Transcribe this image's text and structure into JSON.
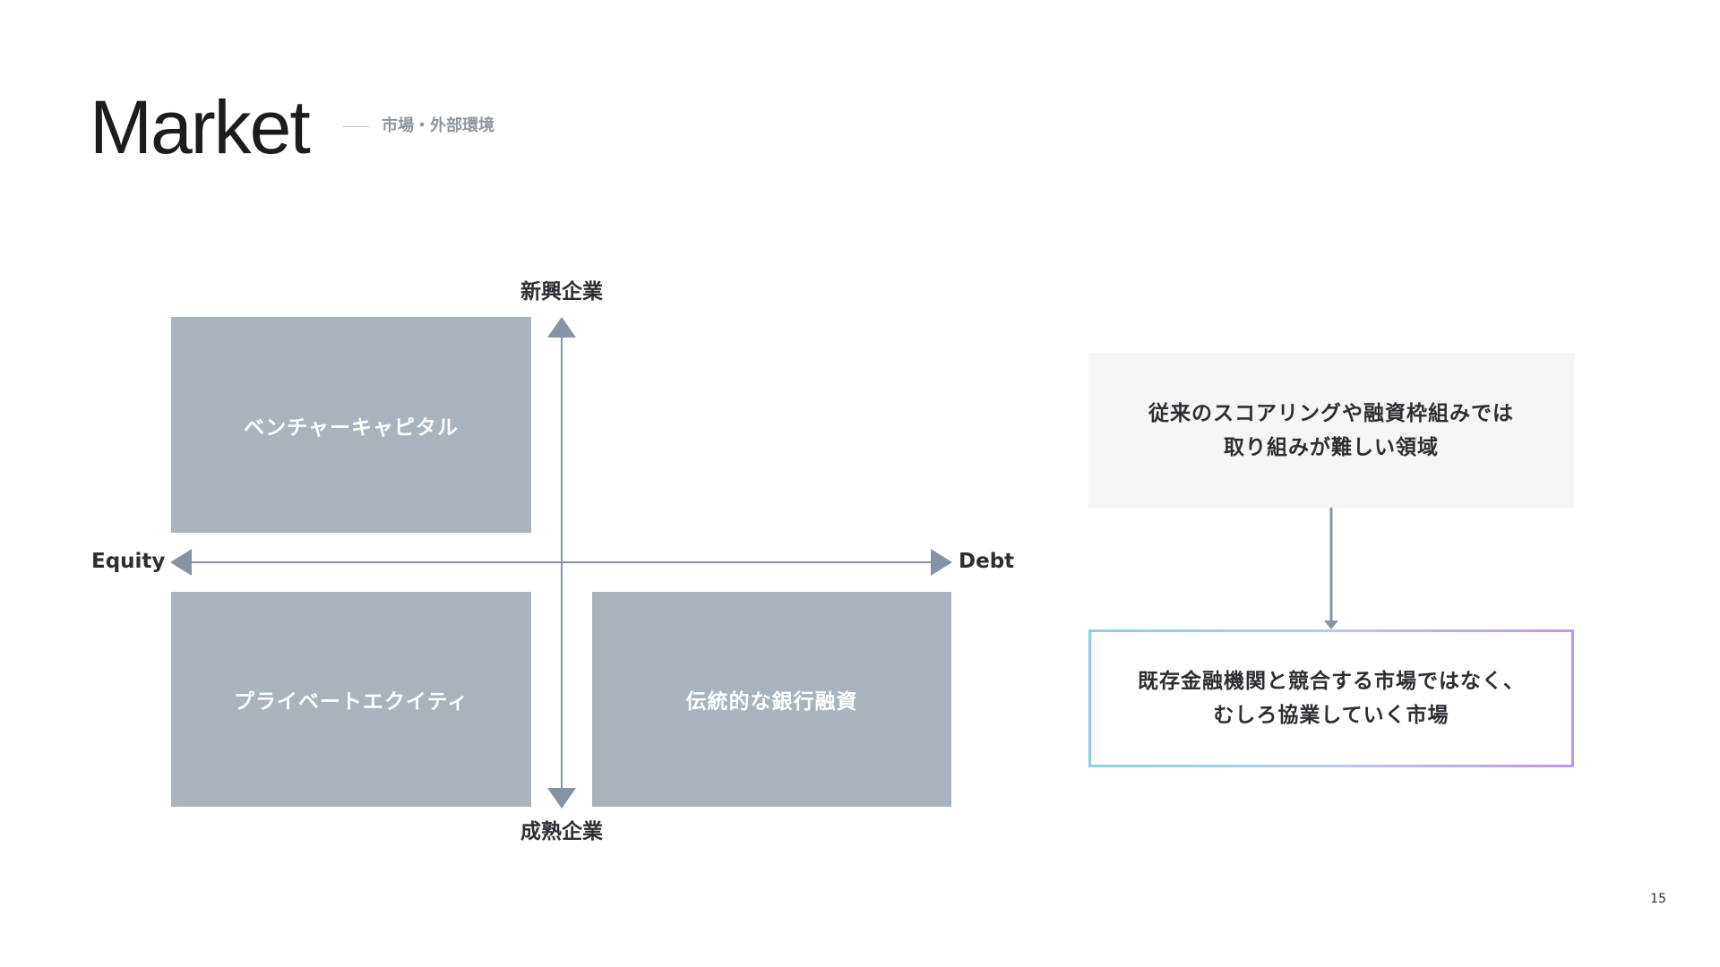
{
  "header": {
    "title": "Market",
    "subtitle": "市場・外部環境"
  },
  "axes": {
    "top": "新興企業",
    "bottom": "成熟企業",
    "left": "Equity",
    "right": "Debt"
  },
  "quadrants": {
    "top_left": "ベンチャーキャピタル",
    "bottom_left": "プライベートエクイティ",
    "bottom_right": "伝統的な銀行融資"
  },
  "side": {
    "problem_line1": "従来のスコアリングや融資枠組みでは",
    "problem_line2": "取り組みが難しい領域",
    "solution_line1": "既存金融機関と競合する市場ではなく、",
    "solution_line2": "むしろ協業していく市場"
  },
  "page_number": "15",
  "colors": {
    "quadrant_fill": "#a8b3be",
    "axis": "#8593a3",
    "highlight_blue": "#3d8fe8",
    "highlight_purple": "#b48cf0",
    "highlight_cyan": "#9ed6dd"
  }
}
